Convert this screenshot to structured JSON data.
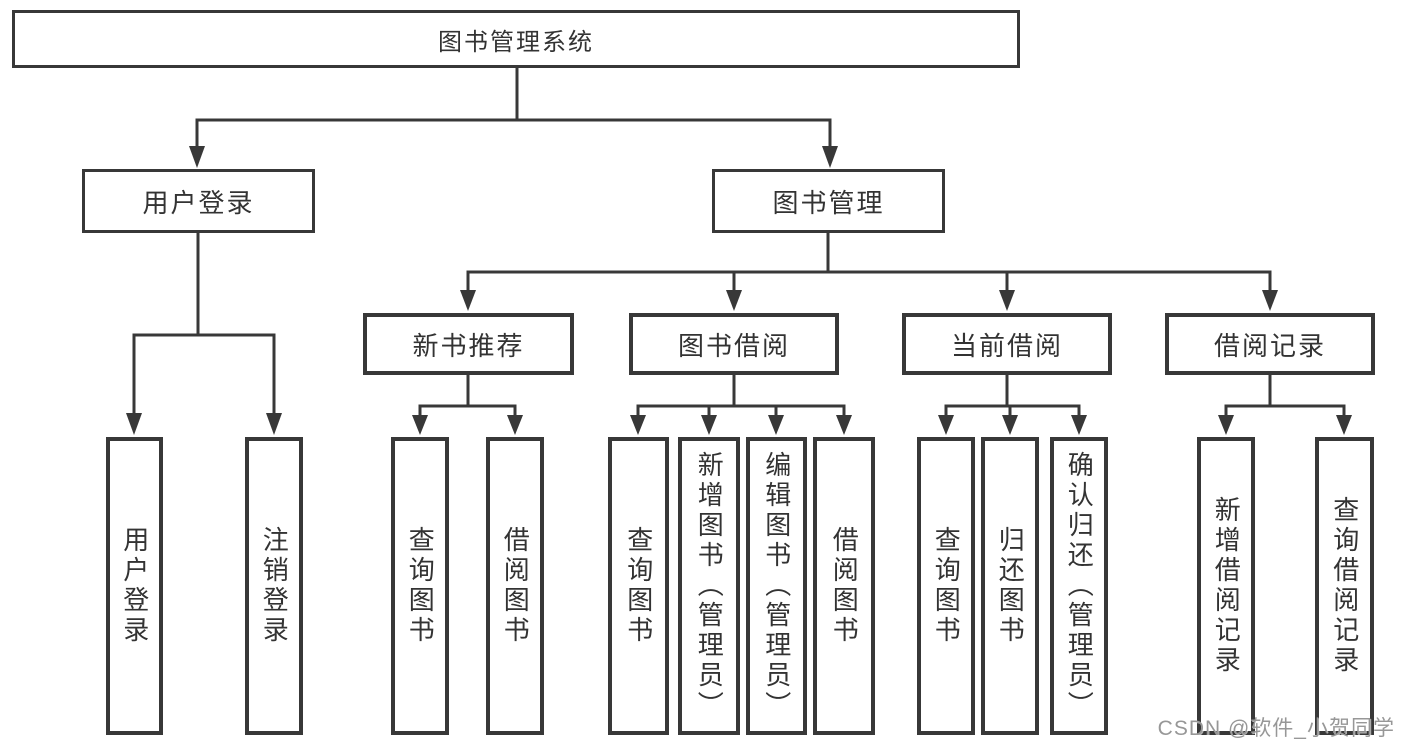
{
  "tree": {
    "root": "图书管理系统",
    "user_login": {
      "label": "用户登录",
      "children": [
        "用户登录",
        "注销登录"
      ]
    },
    "book_mgmt": {
      "label": "图书管理",
      "sections": [
        {
          "label": "新书推荐",
          "children": [
            "查询图书",
            "借阅图书"
          ]
        },
        {
          "label": "图书借阅",
          "children": [
            "查询图书",
            "新增图书（管理员）",
            "编辑图书（管理员）",
            "借阅图书"
          ]
        },
        {
          "label": "当前借阅",
          "children": [
            "查询图书",
            "归还图书",
            "确认归还（管理员）"
          ]
        },
        {
          "label": "借阅记录",
          "children": [
            "新增借阅记录",
            "查询借阅记录"
          ]
        }
      ]
    }
  },
  "watermark": "CSDN @软件_小贺同学",
  "colors": {
    "line": "#383838",
    "text": "#333333",
    "watermark": "#979797",
    "background": "#ffffff"
  }
}
